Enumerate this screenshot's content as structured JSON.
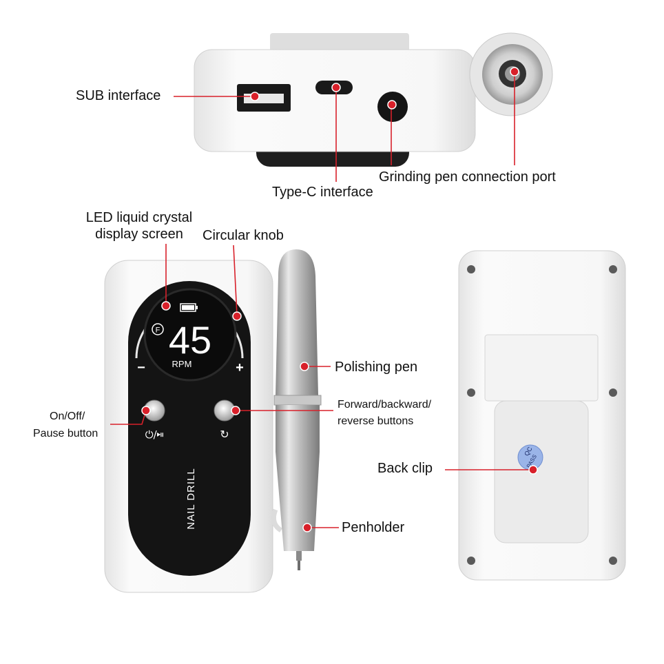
{
  "labels": {
    "sub_interface": "SUB interface",
    "type_c_interface": "Type-C interface",
    "grinding_pen_port": "Grinding pen connection port",
    "led_screen_line1": "LED liquid crystal",
    "led_screen_line2": "display screen",
    "circular_knob": "Circular knob",
    "polishing_pen": "Polishing pen",
    "on_off_line1": "On/Off/",
    "on_off_line2": "Pause button",
    "fwd_back_line1": "Forward/backward/",
    "fwd_back_line2": "reverse buttons",
    "penholder": "Penholder",
    "back_clip": "Back clip"
  },
  "device": {
    "display_value": "45",
    "display_unit": "RPM",
    "mode_letter": "F",
    "minus": "−",
    "plus": "+",
    "side_text": "NAIL DRILL",
    "qc_line1": "QC",
    "qc_line2": "PASS"
  },
  "colors": {
    "leader": "#d8202a",
    "device_body": "#f1f1f1",
    "panel": "#141414"
  }
}
